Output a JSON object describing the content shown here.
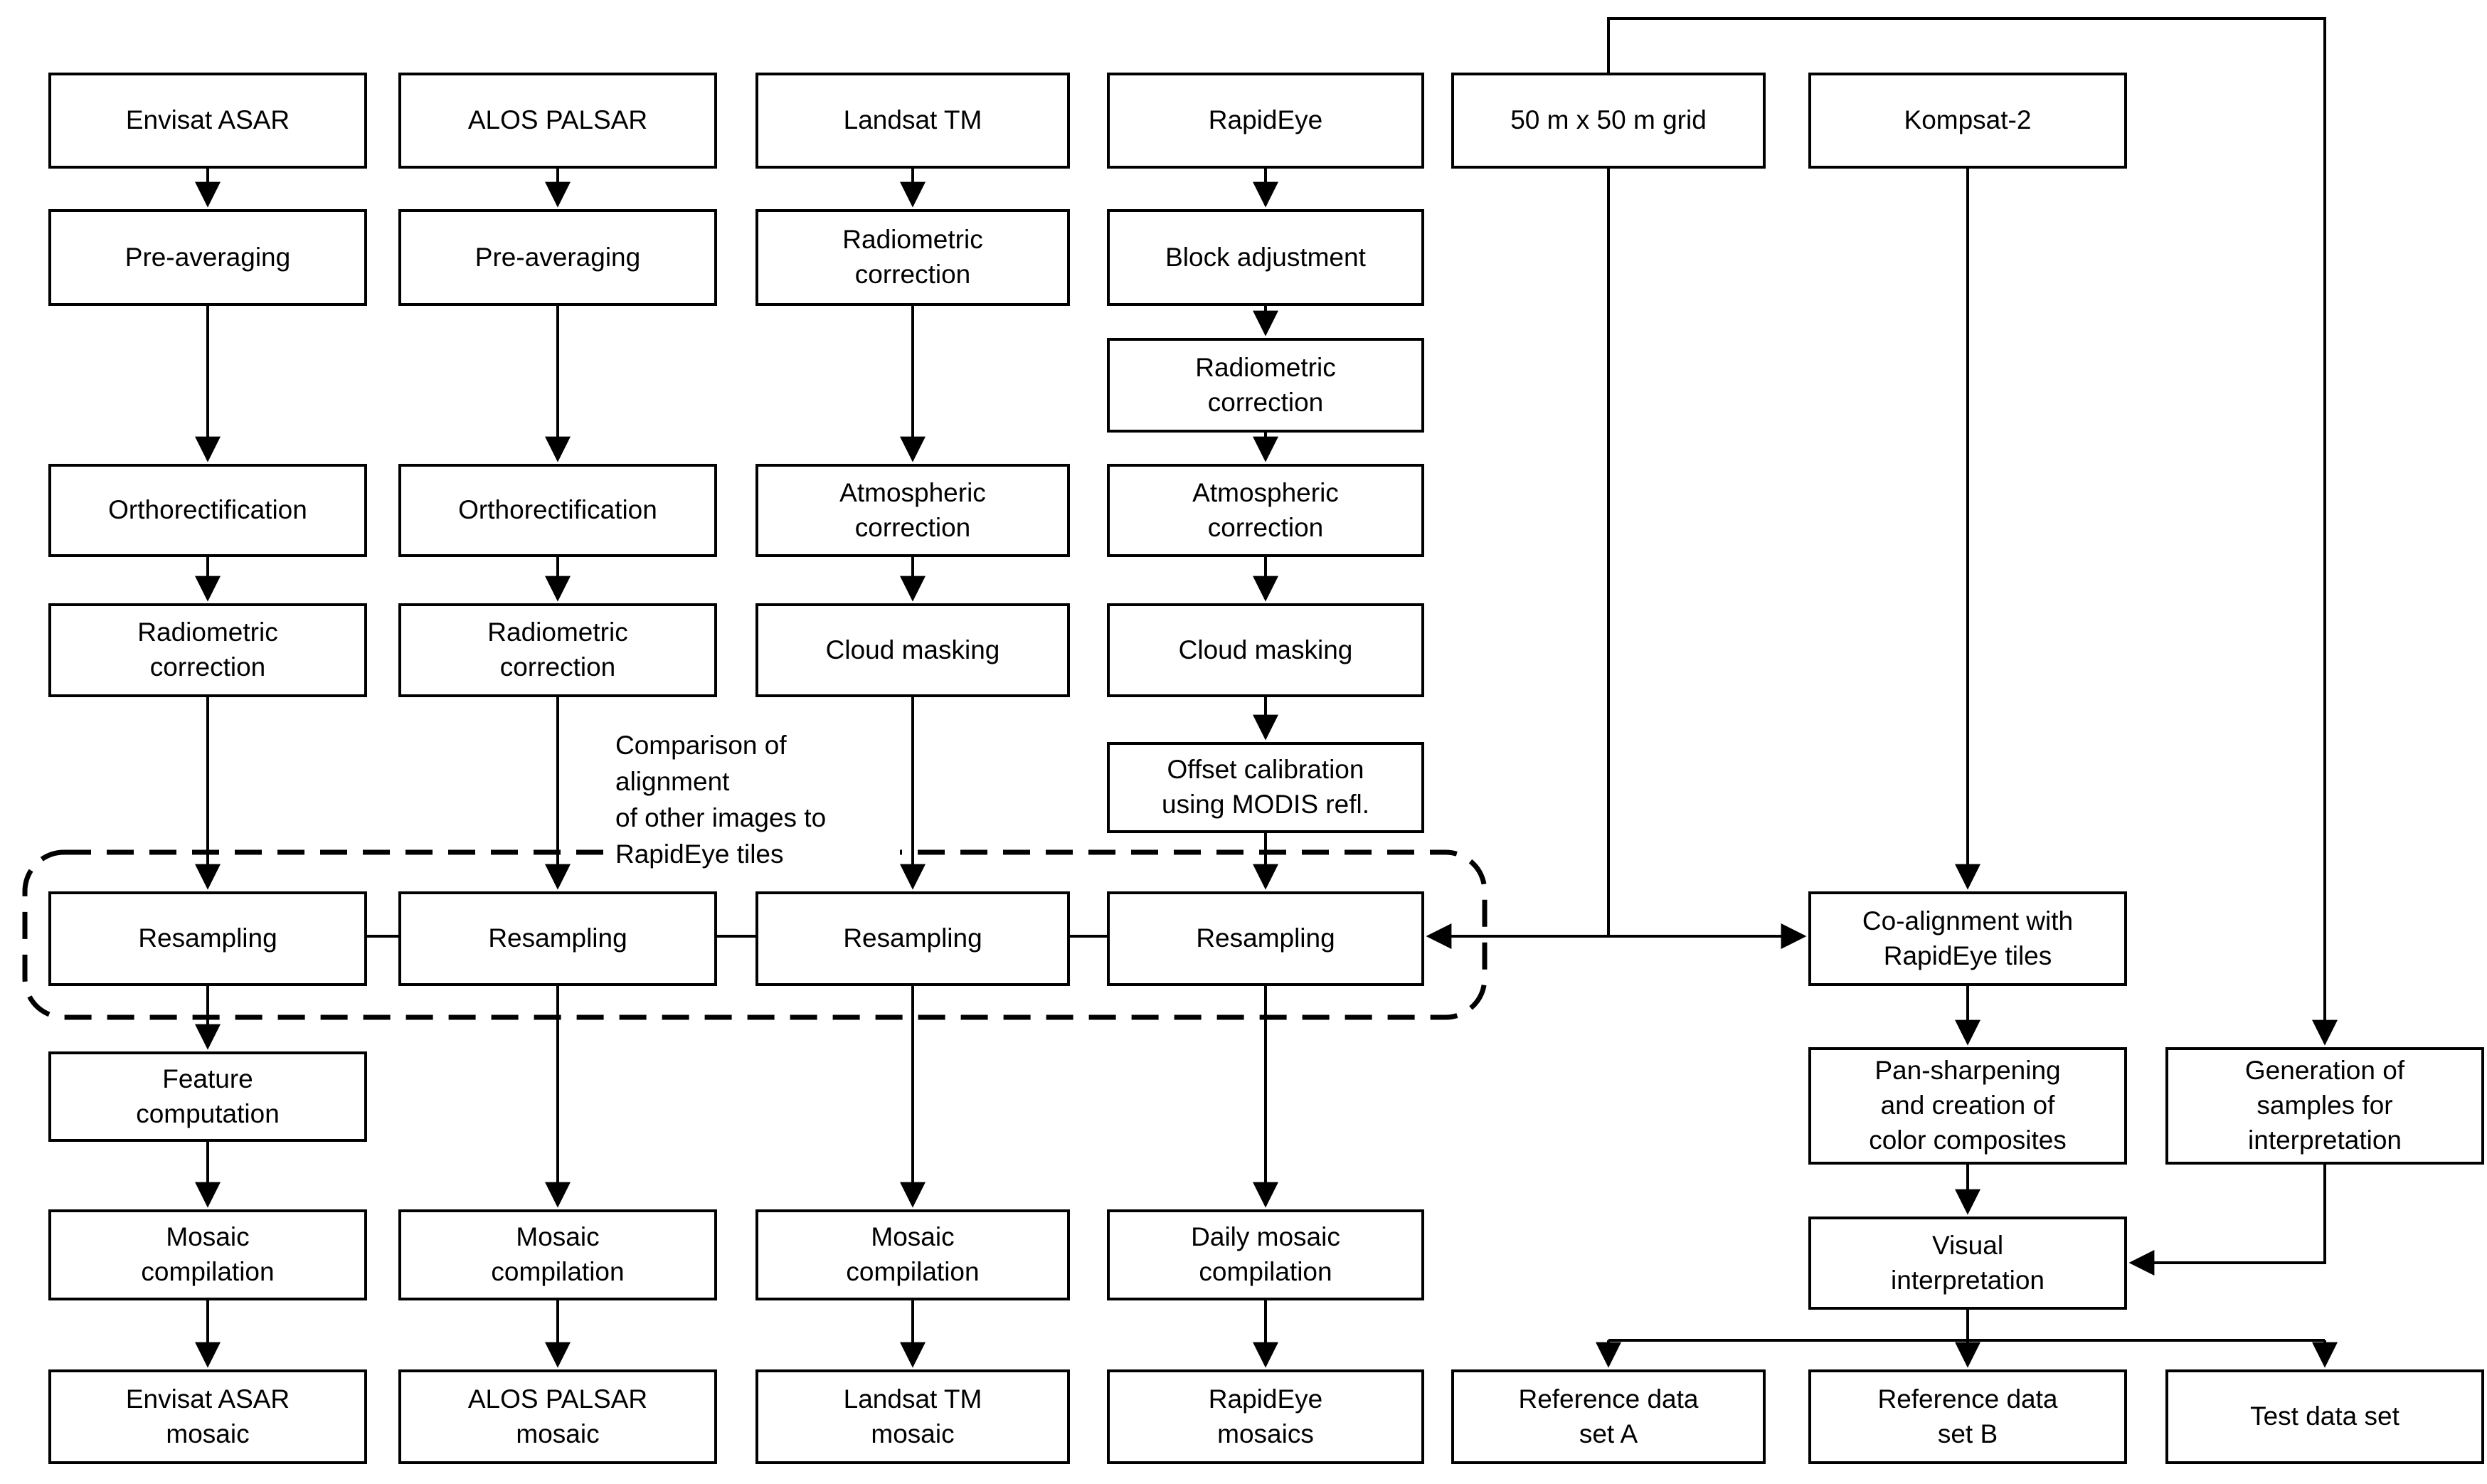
{
  "diagram": {
    "colors": {
      "background": "#ffffff",
      "line": "#000000",
      "text": "#000000",
      "box_border": "#000000"
    },
    "annotation": "Comparison of\nalignment\nof other images to\nRapidEye tiles",
    "nodes": {
      "envisat_asar": {
        "label": "Envisat ASAR"
      },
      "alos_palsar": {
        "label": "ALOS PALSAR"
      },
      "landsat_tm": {
        "label": "Landsat TM"
      },
      "rapideye": {
        "label": "RapidEye"
      },
      "grid_50m": {
        "label": "50 m x 50 m grid"
      },
      "kompsat2": {
        "label": "Kompsat-2"
      },
      "pre_averaging_asar": {
        "label": "Pre-averaging"
      },
      "pre_averaging_palsar": {
        "label": "Pre-averaging"
      },
      "radiometric_landsat": {
        "label": "Radiometric\ncorrection"
      },
      "block_adjustment": {
        "label": "Block adjustment"
      },
      "radiometric_rapideye": {
        "label": "Radiometric\ncorrection"
      },
      "ortho_asar": {
        "label": "Orthorectification"
      },
      "ortho_palsar": {
        "label": "Orthorectification"
      },
      "atmospheric_landsat": {
        "label": "Atmospheric\ncorrection"
      },
      "atmospheric_rapideye": {
        "label": "Atmospheric\ncorrection"
      },
      "radiometric_asar": {
        "label": "Radiometric\ncorrection"
      },
      "radiometric_palsar": {
        "label": "Radiometric\ncorrection"
      },
      "cloud_landsat": {
        "label": "Cloud masking"
      },
      "cloud_rapideye": {
        "label": "Cloud masking"
      },
      "offset_calibration": {
        "label": "Offset calibration\nusing MODIS refl."
      },
      "resampling_asar": {
        "label": "Resampling"
      },
      "resampling_palsar": {
        "label": "Resampling"
      },
      "resampling_landsat": {
        "label": "Resampling"
      },
      "resampling_rapideye": {
        "label": "Resampling"
      },
      "co_alignment": {
        "label": "Co-alignment with\nRapidEye tiles"
      },
      "feature_computation": {
        "label": "Feature\ncomputation"
      },
      "pan_sharpening": {
        "label": "Pan-sharpening\nand creation of\ncolor composites"
      },
      "generation_samples": {
        "label": "Generation of\nsamples for\ninterpretation"
      },
      "mosaic_compilation_asar": {
        "label": "Mosaic\ncompilation"
      },
      "mosaic_compilation_palsar": {
        "label": "Mosaic\ncompilation"
      },
      "mosaic_compilation_landsat": {
        "label": "Mosaic\ncompilation"
      },
      "daily_mosaic_compilation": {
        "label": "Daily mosaic\ncompilation"
      },
      "visual_interpretation": {
        "label": "Visual\ninterpretation"
      },
      "envisat_mosaic": {
        "label": "Envisat ASAR\nmosaic"
      },
      "alos_mosaic": {
        "label": "ALOS PALSAR\nmosaic"
      },
      "landsat_mosaic": {
        "label": "Landsat TM\nmosaic"
      },
      "rapideye_mosaics": {
        "label": "RapidEye\nmosaics"
      },
      "reference_a": {
        "label": "Reference data\nset A"
      },
      "reference_b": {
        "label": "Reference data\nset B"
      },
      "test_data_set": {
        "label": "Test data set"
      }
    }
  }
}
